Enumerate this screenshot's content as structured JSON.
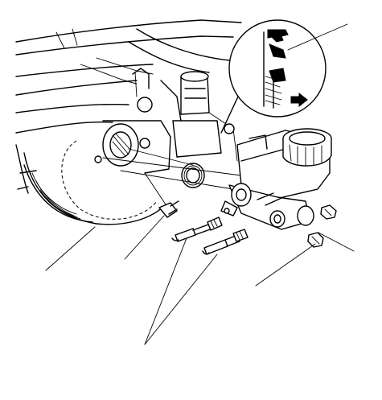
{
  "figure": {
    "callout_count": 6,
    "colors": {
      "ink": "#000000",
      "paper": "#ffffff"
    },
    "icons": [
      "master-cylinder",
      "brake-booster",
      "seal",
      "brake-line",
      "flare-nut",
      "detail-magnifier",
      "arrow-right-icon"
    ]
  }
}
